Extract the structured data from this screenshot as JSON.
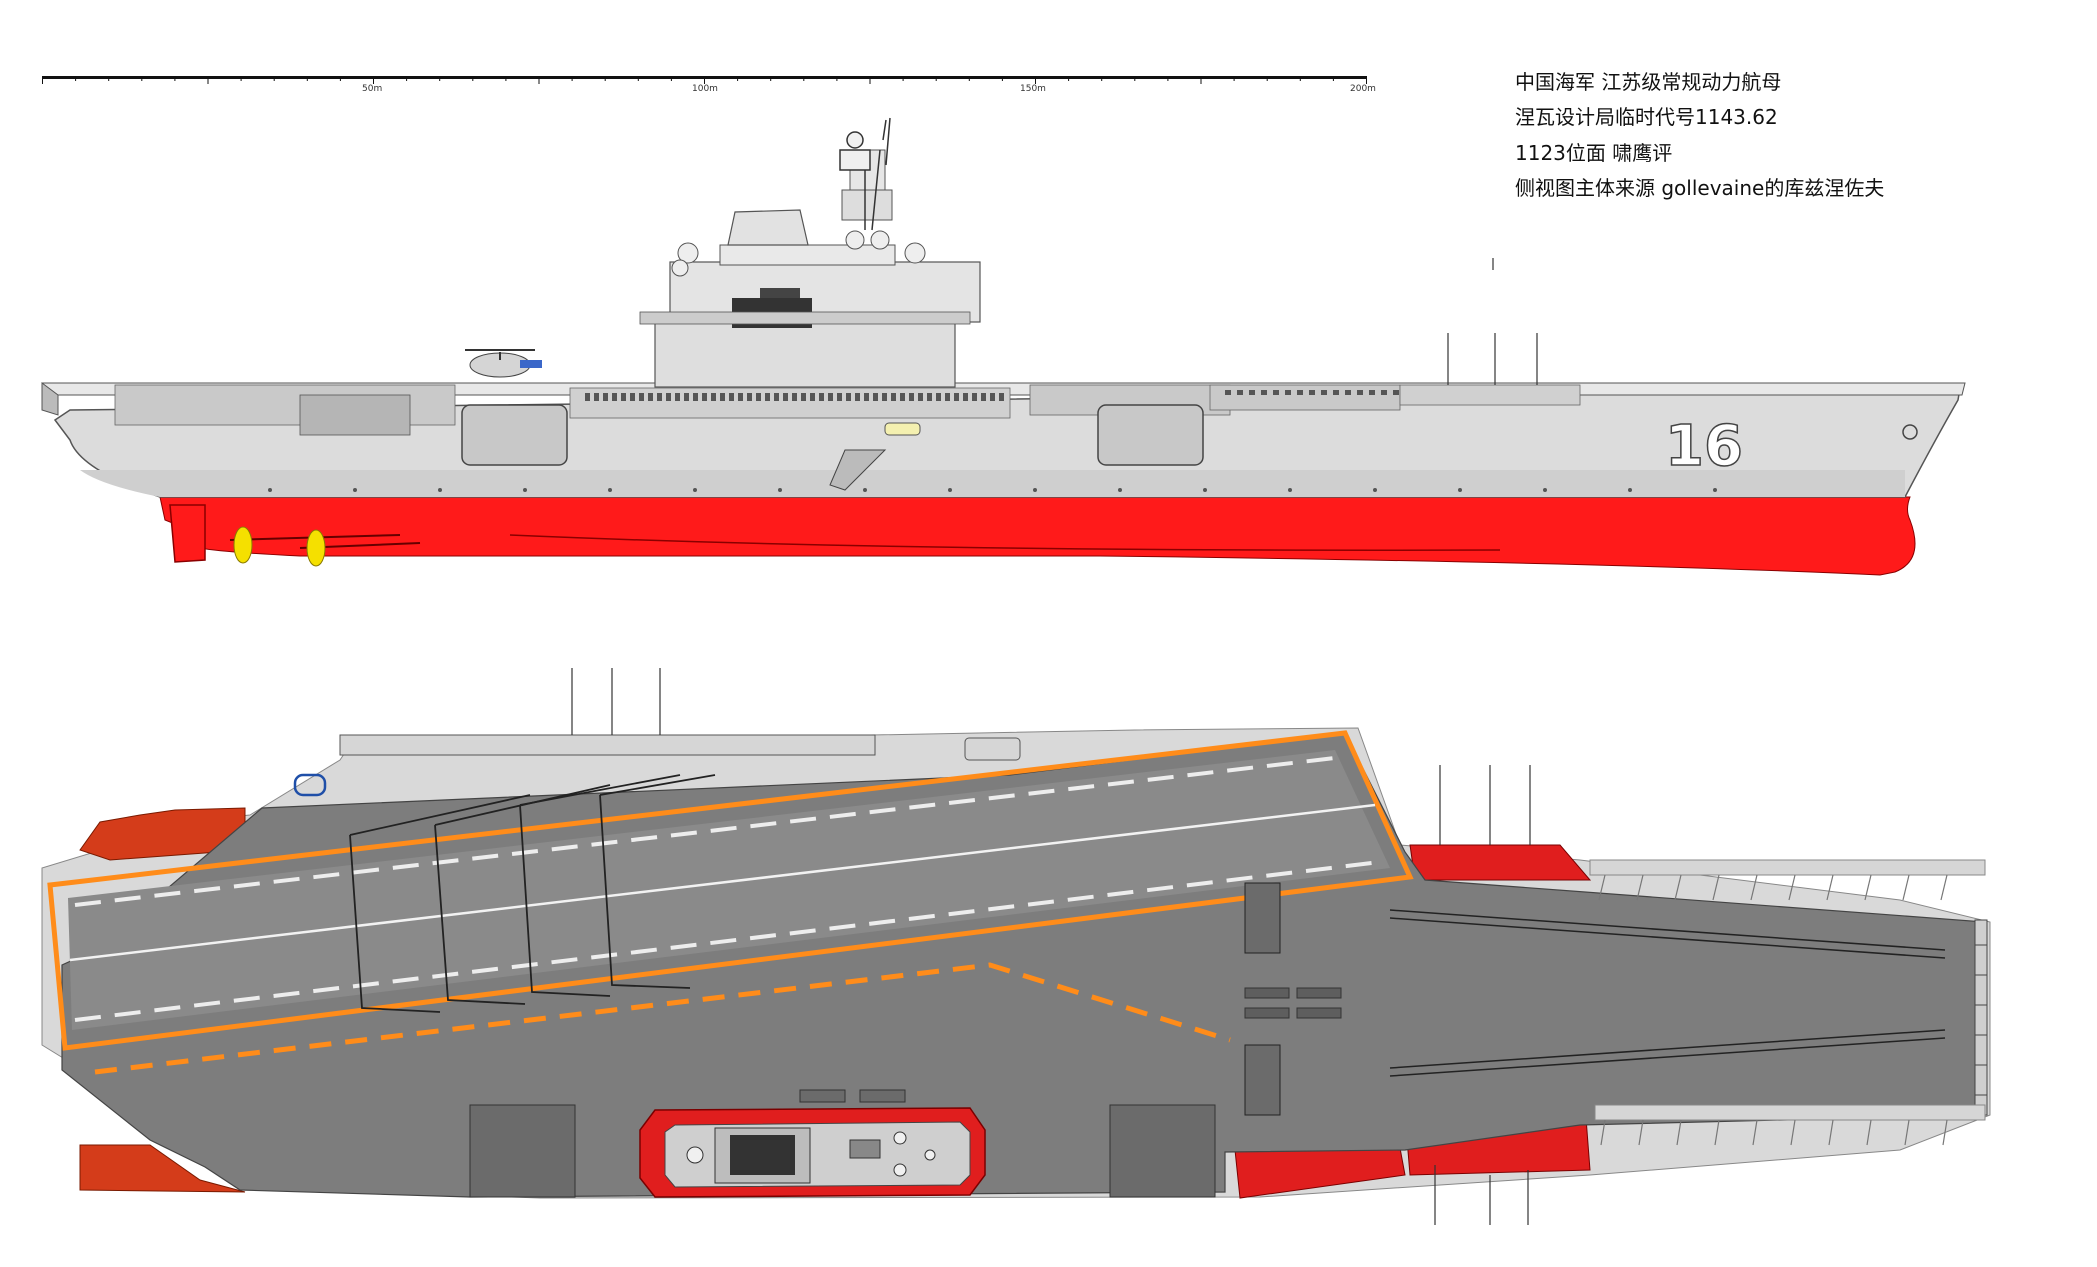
{
  "credits": {
    "line1": "中国海军 江苏级常规动力航母",
    "line2": "涅瓦设计局临时代号1143.62",
    "line3": "1123位面  啸鹰评",
    "line4": "侧视图主体来源 gollevaine的库兹涅佐夫"
  },
  "scale_bar": {
    "labels": [
      "50m",
      "100m",
      "150m",
      "200m"
    ]
  },
  "hull_number": "16",
  "colors": {
    "hull_gray": "#d9d9d9",
    "hull_red": "#ff1a1a",
    "deck_gray": "#7d7d7d",
    "deck_stripe": "#ff8c1a",
    "sponson_red": "#d43c1a",
    "propeller": "#f5e000"
  }
}
